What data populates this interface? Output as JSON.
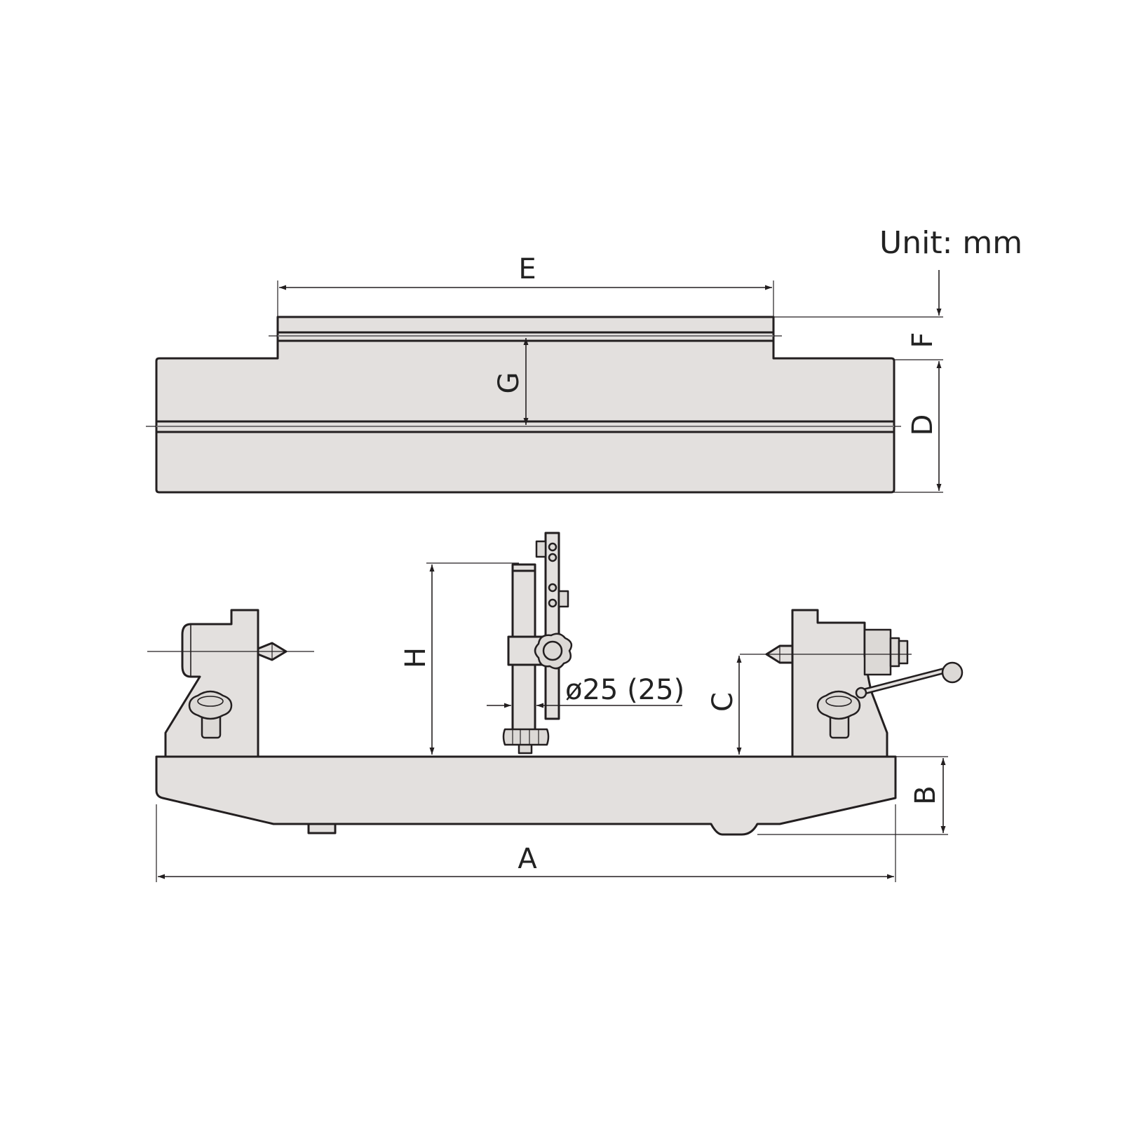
{
  "unit_label": "Unit: mm",
  "dimensions": {
    "A": "A",
    "B": "B",
    "C": "C",
    "D": "D",
    "E": "E",
    "F": "F",
    "G": "G",
    "H": "H",
    "diameter": "ø25 (25)"
  }
}
